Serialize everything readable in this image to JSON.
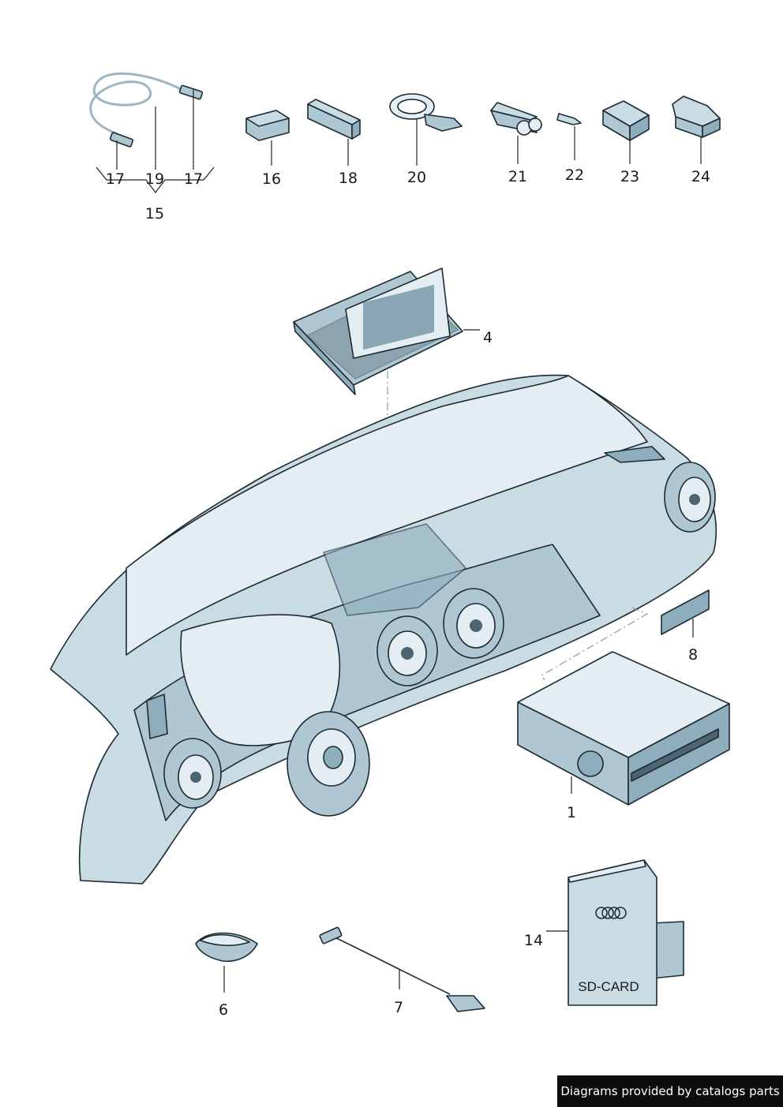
{
  "callouts": {
    "c1": "1",
    "c4": "4",
    "c6": "6",
    "c7": "7",
    "c8": "8",
    "c14": "14",
    "c15": "15",
    "c16": "16",
    "c17a": "17",
    "c17b": "17",
    "c18": "18",
    "c19": "19",
    "c20": "20",
    "c21": "21",
    "c22": "22",
    "c23": "23",
    "c24": "24"
  },
  "manual": {
    "label": "SD-CARD",
    "logo_icon": "four-rings-logo-icon"
  },
  "footer": {
    "text": "Diagrams provided by catalogs parts"
  }
}
